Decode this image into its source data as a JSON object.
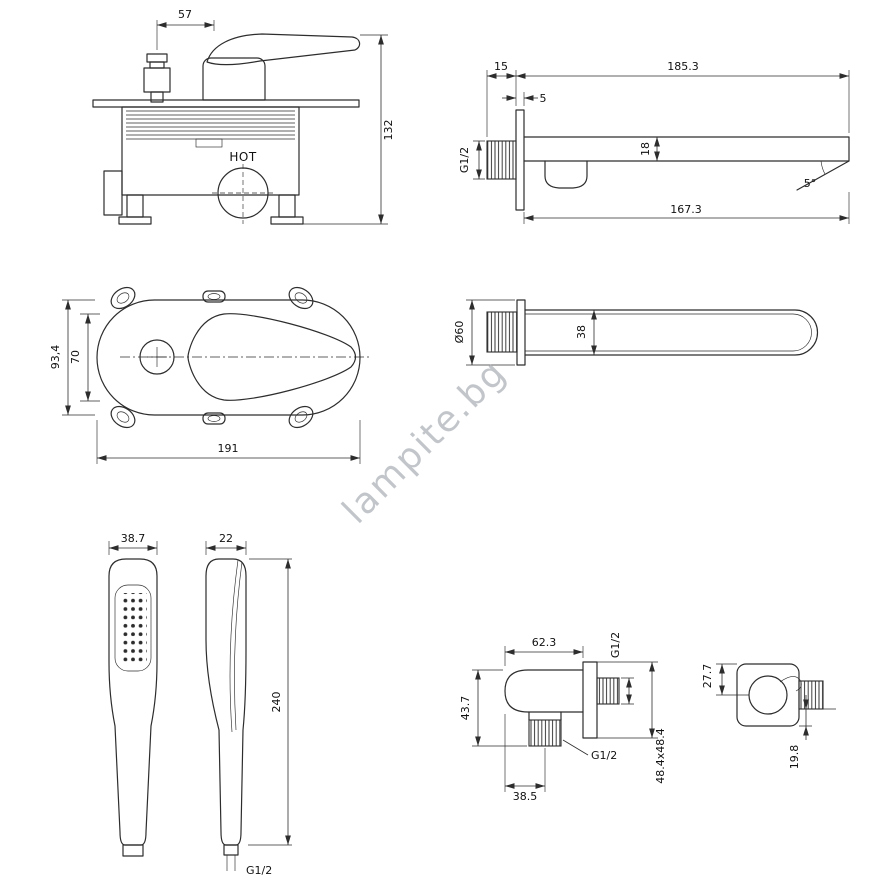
{
  "watermark": "lampite.bg",
  "views": {
    "mixer_front": {
      "dim_width_top": "57",
      "dim_height": "132",
      "hot_label": "HOT"
    },
    "spout_side": {
      "dim_wall_offset": "15",
      "dim_total_length": "185.3",
      "dim_plate_thickness": "5",
      "thread_size": "G1/2",
      "dim_spout_height": "18",
      "dim_tip_angle": "5°",
      "dim_reach": "167.3"
    },
    "mixer_top": {
      "dim_overall_depth": "93,4",
      "dim_hole_spacing": "70",
      "dim_length": "191"
    },
    "spout_top": {
      "dim_flange_diameter": "Ø60",
      "dim_body_width": "38"
    },
    "handshower": {
      "dim_head_width": "38.7",
      "dim_head_depth": "22",
      "dim_length": "240",
      "thread_size": "G1/2"
    },
    "outlet": {
      "dim_body_width": "62.3",
      "thread_wall": "G1/2",
      "dim_body_height": "43.7",
      "dim_outlet_offset": "38.5",
      "thread_outlet": "G1/2",
      "dim_flange_square": "48.4x48.4",
      "dim_hook_offset": "27.7",
      "dim_nipple_length": "19.8"
    }
  }
}
